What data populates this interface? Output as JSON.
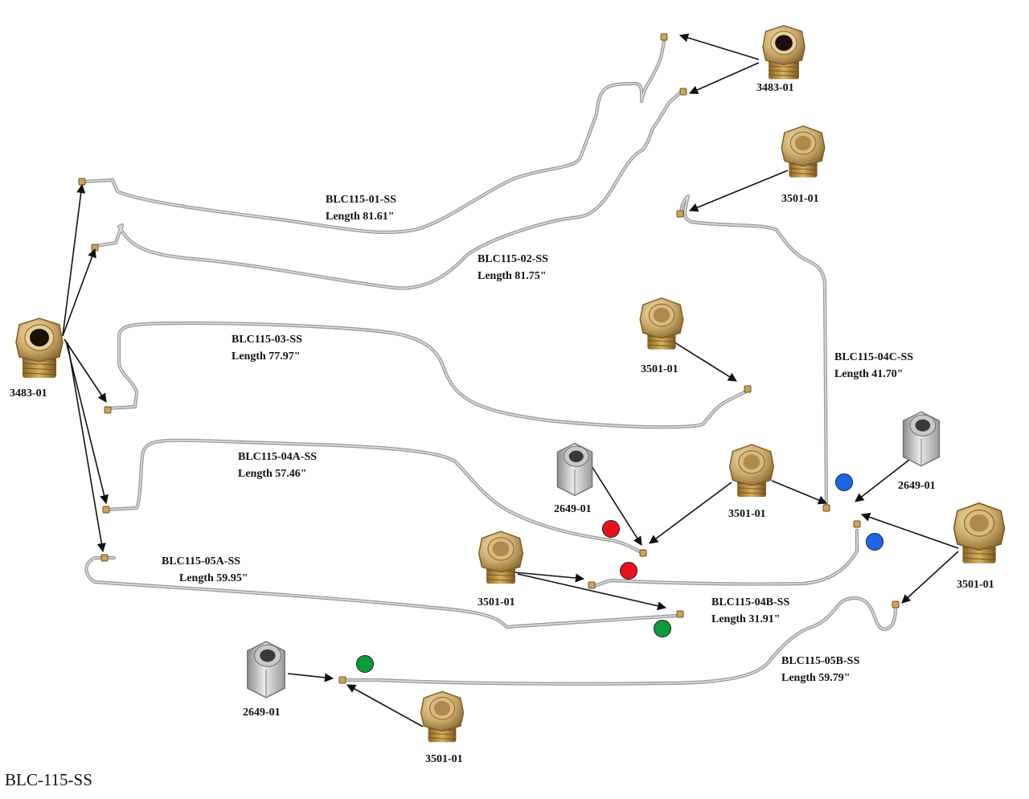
{
  "document_id": "BLC-115-SS",
  "colors": {
    "tube": "#9a9a9a",
    "tube_highlight": "#dedede",
    "fitting_brass": "#c8a86a",
    "fitting_steel": "#a9a9a9",
    "dot_red": "#e8101d",
    "dot_blue": "#1c64e8",
    "dot_green": "#0c9a3a",
    "arrow": "#111111"
  },
  "lines": [
    {
      "id": "01",
      "part": "BLC115-01-SS",
      "length": "Length 81.61\""
    },
    {
      "id": "02",
      "part": "BLC115-02-SS",
      "length": "Length 81.75\""
    },
    {
      "id": "03",
      "part": "BLC115-03-SS",
      "length": "Length 77.97\""
    },
    {
      "id": "04C",
      "part": "BLC115-04C-SS",
      "length": "Length 41.70\""
    },
    {
      "id": "04A",
      "part": "BLC115-04A-SS",
      "length": "Length 57.46\""
    },
    {
      "id": "05A",
      "part": "BLC115-05A-SS",
      "length": "Length 59.95\""
    },
    {
      "id": "04B",
      "part": "BLC115-04B-SS",
      "length": "Length 31.91\""
    },
    {
      "id": "05B",
      "part": "BLC115-05B-SS",
      "length": "Length 59.79\""
    }
  ],
  "fittings": [
    {
      "id": "f1",
      "part": "3483-01",
      "kind": "brass-nut"
    },
    {
      "id": "f2",
      "part": "3483-01",
      "kind": "brass-nut"
    },
    {
      "id": "f3",
      "part": "3501-01",
      "kind": "brass-plug"
    },
    {
      "id": "f4",
      "part": "3501-01",
      "kind": "brass-plug"
    },
    {
      "id": "f5",
      "part": "2649-01",
      "kind": "steel-union"
    },
    {
      "id": "f6",
      "part": "3501-01",
      "kind": "brass-plug"
    },
    {
      "id": "f7",
      "part": "2649-01",
      "kind": "steel-union"
    },
    {
      "id": "f8",
      "part": "3501-01",
      "kind": "brass-plug"
    },
    {
      "id": "f9",
      "part": "3501-01",
      "kind": "brass-plug"
    },
    {
      "id": "f10",
      "part": "2649-01",
      "kind": "steel-union"
    },
    {
      "id": "f11",
      "part": "3501-01",
      "kind": "brass-plug"
    }
  ],
  "match_dots": [
    {
      "color": "red"
    },
    {
      "color": "red"
    },
    {
      "color": "blue"
    },
    {
      "color": "blue"
    },
    {
      "color": "green"
    },
    {
      "color": "green"
    }
  ]
}
